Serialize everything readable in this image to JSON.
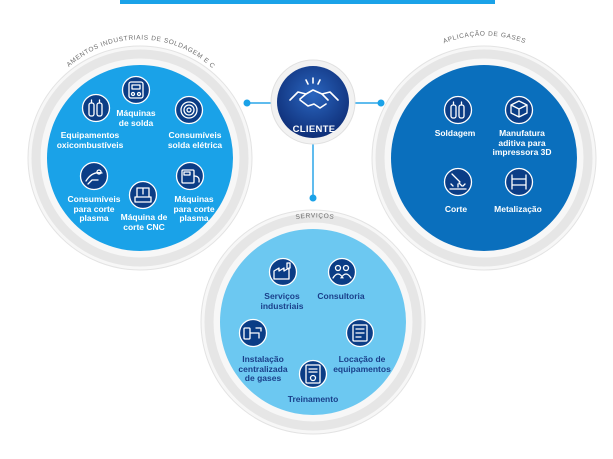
{
  "hub": {
    "label": "CLIENTE"
  },
  "welding_group": {
    "title": "EQUIPAMENTOS INDUSTRIAIS DE SOLDAGEM E CORTE",
    "items": [
      {
        "label": "Equipamentos\noxicombustíveis",
        "icon": "gas-cylinders-icon"
      },
      {
        "label": "Máquinas\nde solda",
        "icon": "welding-machine-icon"
      },
      {
        "label": "Consumíveis\nsolda elétrica",
        "icon": "wire-spool-icon"
      },
      {
        "label": "Consumíveis\npara corte\nplasma",
        "icon": "plasma-torch-icon"
      },
      {
        "label": "Máquina de\ncorte CNC",
        "icon": "cnc-machine-icon"
      },
      {
        "label": "Máquinas\npara corte\nplasma",
        "icon": "plasma-machine-icon"
      }
    ]
  },
  "gas_group": {
    "title": "APLICAÇÃO DE GASES",
    "items": [
      {
        "label": "Soldagem",
        "icon": "gas-cylinders-icon"
      },
      {
        "label": "Manufatura\naditiva para\nimpressora 3D",
        "icon": "3d-printer-icon"
      },
      {
        "label": "Corte",
        "icon": "cutting-torch-icon"
      },
      {
        "label": "Metalização",
        "icon": "metallization-icon"
      }
    ]
  },
  "services_group": {
    "title": "SERVIÇOS",
    "items": [
      {
        "label": "Serviços\nindustriais",
        "icon": "factory-icon"
      },
      {
        "label": "Consultoria",
        "icon": "consulting-icon"
      },
      {
        "label": "Instalação\ncentralizada\nde gases",
        "icon": "gas-installation-icon"
      },
      {
        "label": "Locação de\nequipamentos",
        "icon": "equipment-rental-icon"
      },
      {
        "label": "Treinamento",
        "icon": "certificate-icon"
      }
    ]
  },
  "colors": {
    "welding": "#1aa2e8",
    "gas": "#0a6fbd",
    "services": "#6cc8f1",
    "hub": "#123a86",
    "ring": "#e9e9e9",
    "icon_bg": "#0b3d86"
  }
}
